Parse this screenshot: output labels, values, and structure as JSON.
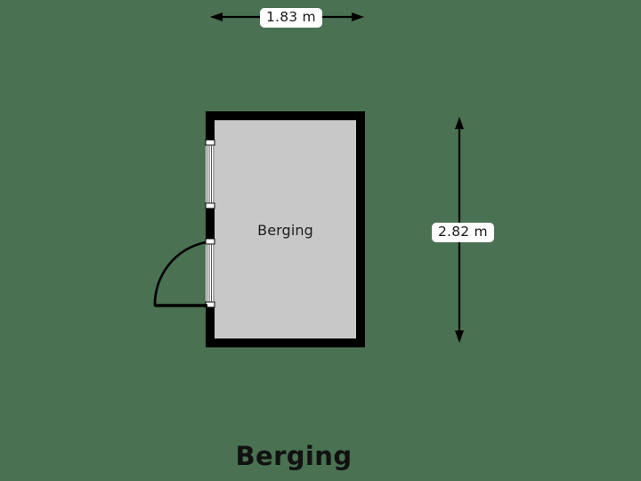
{
  "plan": {
    "title": "Berging",
    "background_color": "#4a7152",
    "wall_color": "#000000",
    "floor_color": "#c8c8c8",
    "room": {
      "name": "Berging",
      "width_label": "1.83 m",
      "height_label": "2.82 m"
    },
    "dimensions": {
      "horizontal": {
        "value": "1.83 m",
        "icon": "double-arrow-horizontal-icon"
      },
      "vertical": {
        "value": "2.82 m",
        "icon": "double-arrow-vertical-icon"
      }
    },
    "features": {
      "door": "door-swing-icon",
      "windows": "window-icon"
    }
  }
}
